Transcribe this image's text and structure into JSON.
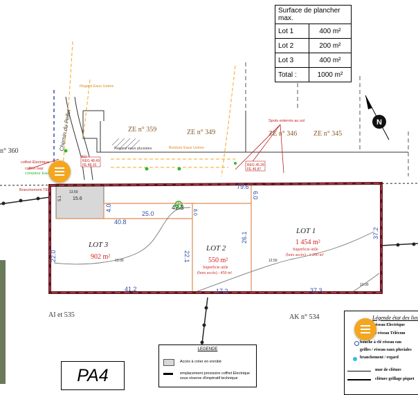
{
  "surface_table": {
    "header": "Surface de plancher max.",
    "rows": [
      {
        "label": "Lot 1",
        "value": "400 m²"
      },
      {
        "label": "Lot 2",
        "value": "200 m²"
      },
      {
        "label": "Lot 3",
        "value": "400 m²"
      },
      {
        "label": "Total :",
        "value": "1000 m²"
      }
    ]
  },
  "parcels": {
    "ze359": "ZE n° 359",
    "ze349": "ZE n° 349",
    "ze346": "ZE n° 346",
    "ze345": "ZE n° 345",
    "n360": "n° 360",
    "ak535": "AI et 535",
    "ak534": "AK n° 534"
  },
  "lots": {
    "lot1": {
      "name": "LOT 1",
      "area": "1 454 m²",
      "surface_label": "Superficie utile",
      "surface_value": "(hors accès) : 1 200 m²"
    },
    "lot2": {
      "name": "LOT 2",
      "area": "550 m²",
      "surface_label": "Superficie utile",
      "surface_value": "(hors accès) : 450 m²"
    },
    "lot3": {
      "name": "LOT 3",
      "area": "902 m²"
    }
  },
  "dimensions": {
    "d79_6": "79.6",
    "d6_0": "6.0",
    "d42_3": "42.3",
    "d25_0": "25.0",
    "d40_8": "40.8",
    "d4_0": "4.0",
    "d8_0": "8.0",
    "d15_6": "15.6",
    "d13_50": "13.50",
    "d22_1": "22.1",
    "d26_1": "26.1",
    "d37_2": "37.2",
    "d22_0": "22.0",
    "d41_2": "41.2",
    "d17_2": "17.2",
    "d37_3": "37.3",
    "d5_1": "5.1"
  },
  "contours": {
    "c13_00": "13.00",
    "c12_50": "12.50",
    "c12_00": "12.00"
  },
  "annotations": {
    "road": "Chemin du Pellet",
    "regard_eaux_usees": "Regard Eaux Usées",
    "bordure_eaux_usees": "Bordure Eaux Usées",
    "eu": "EU",
    "regard_eaux_pluviales": "Regard eaux pluviales",
    "coffret_electrique": "coffret Électrique",
    "coffret_gaz": "coffret Gaz",
    "compteur_eau": "compteur Eau",
    "branchement": "Branchement TEL",
    "spots_enterres": "Spots enterrés au sol",
    "reg1_line1": "REG 48.49",
    "reg1_line2": "FE 48.10",
    "reg2_line1": "REG 45.28",
    "reg2_line2": "FE 46.87"
  },
  "legend_box": {
    "title": "LEGENDE",
    "row1": "Accès à créer en enrobé",
    "row2": "emplacement provisoire coffret Electrique",
    "row3": "sous réserve d'impératif technique"
  },
  "legend_right": {
    "title": "Légende état des lieux",
    "row1": "Coffret réseau Electrique",
    "row2": "Chambre réseau Télécom",
    "row3": "bouche à clé réseau eau",
    "row4": "grilles / réseau eaux pluviales",
    "row5": "branchement / regard",
    "row6": "mur de clôture",
    "row7": "clôture grillage piquet"
  },
  "stamp": "PA4",
  "colors": {
    "lot_line": "#e08a50",
    "boundary_dark": "#5a1a1a",
    "boundary_dash": "#b03050",
    "dimension_blue": "#2a4ea8",
    "lot_text_red": "#d02020",
    "parcel_text": "#8a5a2a",
    "orange": "#f4a620",
    "access_fill": "#d8d8d8",
    "network_green": "#2eb82e"
  }
}
